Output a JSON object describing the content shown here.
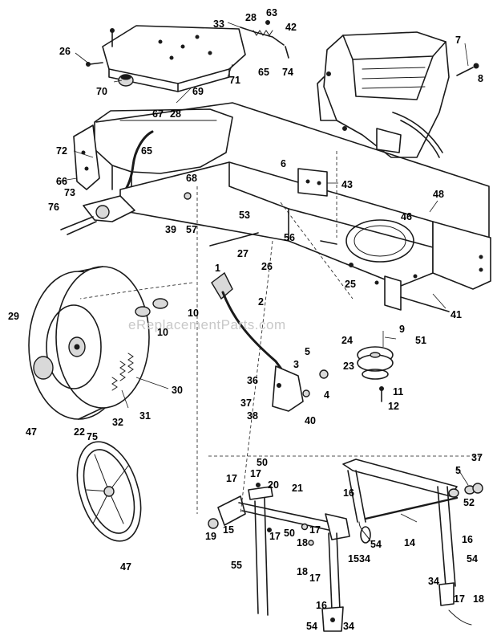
{
  "watermark": "eReplacementParts.com",
  "callouts": [
    {
      "name": "callout-26-top",
      "text": "26"
    },
    {
      "name": "callout-33",
      "text": "33"
    },
    {
      "name": "callout-28-top",
      "text": "28"
    },
    {
      "name": "callout-63",
      "text": "63"
    },
    {
      "name": "callout-42",
      "text": "42"
    },
    {
      "name": "callout-7",
      "text": "7"
    },
    {
      "name": "callout-8",
      "text": "8"
    },
    {
      "name": "callout-65-top",
      "text": "65"
    },
    {
      "name": "callout-74",
      "text": "74"
    },
    {
      "name": "callout-71",
      "text": "71"
    },
    {
      "name": "callout-70",
      "text": "70"
    },
    {
      "name": "callout-69",
      "text": "69"
    },
    {
      "name": "callout-67",
      "text": "67"
    },
    {
      "name": "callout-28-mid",
      "text": "28"
    },
    {
      "name": "callout-72",
      "text": "72"
    },
    {
      "name": "callout-65-mid",
      "text": "65"
    },
    {
      "name": "callout-66",
      "text": "66"
    },
    {
      "name": "callout-73",
      "text": "73"
    },
    {
      "name": "callout-68",
      "text": "68"
    },
    {
      "name": "callout-6",
      "text": "6"
    },
    {
      "name": "callout-43",
      "text": "43"
    },
    {
      "name": "callout-48",
      "text": "48"
    },
    {
      "name": "callout-76",
      "text": "76"
    },
    {
      "name": "callout-39",
      "text": "39"
    },
    {
      "name": "callout-57",
      "text": "57"
    },
    {
      "name": "callout-53",
      "text": "53"
    },
    {
      "name": "callout-46",
      "text": "46"
    },
    {
      "name": "callout-56",
      "text": "56"
    },
    {
      "name": "callout-27",
      "text": "27"
    },
    {
      "name": "callout-26-mid",
      "text": "26"
    },
    {
      "name": "callout-1",
      "text": "1"
    },
    {
      "name": "callout-25",
      "text": "25"
    },
    {
      "name": "callout-41",
      "text": "41"
    },
    {
      "name": "callout-2",
      "text": "2"
    },
    {
      "name": "callout-10-a",
      "text": "10"
    },
    {
      "name": "callout-10-b",
      "text": "10"
    },
    {
      "name": "callout-29",
      "text": "29"
    },
    {
      "name": "callout-9",
      "text": "9"
    },
    {
      "name": "callout-51",
      "text": "51"
    },
    {
      "name": "callout-24",
      "text": "24"
    },
    {
      "name": "callout-5-top",
      "text": "5"
    },
    {
      "name": "callout-3",
      "text": "3"
    },
    {
      "name": "callout-23",
      "text": "23"
    },
    {
      "name": "callout-36",
      "text": "36"
    },
    {
      "name": "callout-4",
      "text": "4"
    },
    {
      "name": "callout-11",
      "text": "11"
    },
    {
      "name": "callout-30",
      "text": "30"
    },
    {
      "name": "callout-37-left",
      "text": "37"
    },
    {
      "name": "callout-12",
      "text": "12"
    },
    {
      "name": "callout-38",
      "text": "38"
    },
    {
      "name": "callout-40",
      "text": "40"
    },
    {
      "name": "callout-31",
      "text": "31"
    },
    {
      "name": "callout-32",
      "text": "32"
    },
    {
      "name": "callout-47-left",
      "text": "47"
    },
    {
      "name": "callout-22",
      "text": "22"
    },
    {
      "name": "callout-75",
      "text": "75"
    },
    {
      "name": "callout-50-top",
      "text": "50"
    },
    {
      "name": "callout-17-a",
      "text": "17"
    },
    {
      "name": "callout-17-b",
      "text": "17"
    },
    {
      "name": "callout-20",
      "text": "20"
    },
    {
      "name": "callout-21",
      "text": "21"
    },
    {
      "name": "callout-16-a",
      "text": "16"
    },
    {
      "name": "callout-5-right",
      "text": "5"
    },
    {
      "name": "callout-37-right",
      "text": "37"
    },
    {
      "name": "callout-52",
      "text": "52"
    },
    {
      "name": "callout-15-a",
      "text": "15"
    },
    {
      "name": "callout-19",
      "text": "19"
    },
    {
      "name": "callout-17-c",
      "text": "17"
    },
    {
      "name": "callout-50-bottom",
      "text": "50"
    },
    {
      "name": "callout-18-a",
      "text": "18"
    },
    {
      "name": "callout-17-d",
      "text": "17"
    },
    {
      "name": "callout-15-b",
      "text": "15"
    },
    {
      "name": "callout-54-a",
      "text": "54"
    },
    {
      "name": "callout-34-a",
      "text": "34"
    },
    {
      "name": "callout-14",
      "text": "14"
    },
    {
      "name": "callout-16-b",
      "text": "16"
    },
    {
      "name": "callout-54-b",
      "text": "54"
    },
    {
      "name": "callout-55",
      "text": "55"
    },
    {
      "name": "callout-18-b",
      "text": "18"
    },
    {
      "name": "callout-17-e",
      "text": "17"
    },
    {
      "name": "callout-47-bottom",
      "text": "47"
    },
    {
      "name": "callout-34-b",
      "text": "34"
    },
    {
      "name": "callout-17-f",
      "text": "17"
    },
    {
      "name": "callout-18-c",
      "text": "18"
    },
    {
      "name": "callout-16-c",
      "text": "16"
    },
    {
      "name": "callout-54-c",
      "text": "54"
    },
    {
      "name": "callout-34-c",
      "text": "34"
    }
  ]
}
